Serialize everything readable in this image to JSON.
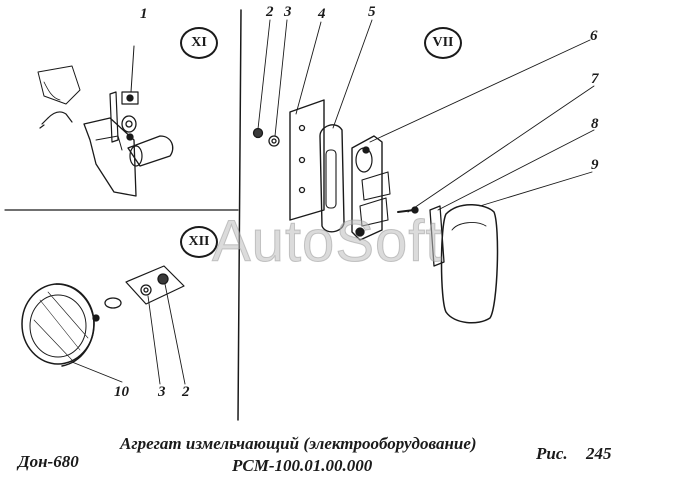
{
  "views": [
    "XI",
    "VII",
    "XII"
  ],
  "callouts": {
    "c1": "1",
    "c2": "2",
    "c3": "3",
    "c4": "4",
    "c5": "5",
    "c6": "6",
    "c7": "7",
    "c8": "8",
    "c9": "9",
    "c10": "10",
    "c3b": "3",
    "c2b": "2"
  },
  "watermark": "AutoSoft",
  "caption": {
    "machine": "Дон-680",
    "title": "Агрегат измельчающий (электрооборудование)",
    "code": "РСМ-100.01.00.000",
    "fig_label": "Рис.",
    "fig_number": "245"
  }
}
